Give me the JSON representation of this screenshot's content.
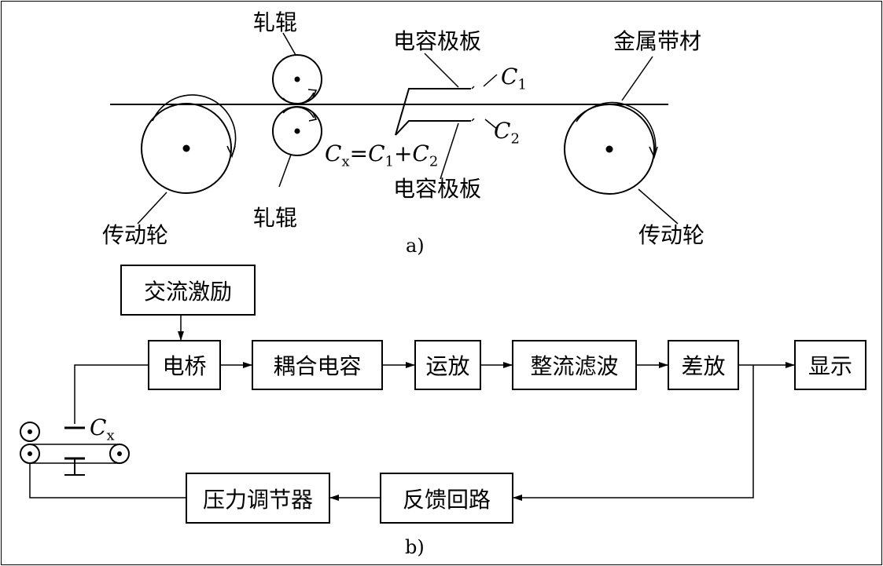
{
  "part_a": {
    "caption": "a)",
    "roller_top_label": "轧辊",
    "roller_bottom_label": "轧辊",
    "plate_top_label": "电容极板",
    "plate_bottom_label": "电容极板",
    "strip_label": "金属带材",
    "wheel_left_label": "传动轮",
    "wheel_right_label": "传动轮",
    "c1_label": "C",
    "c1_sub": "1",
    "c2_label": "C",
    "c2_sub": "2",
    "formula": {
      "cx": "C",
      "cx_sub": "x",
      "eq": "=",
      "c1": "C",
      "c1_sub": "1",
      "plus": "+",
      "c2": "C",
      "c2_sub": "2"
    }
  },
  "part_b": {
    "caption": "b)",
    "blocks": {
      "excitation": "交流激励",
      "bridge": "电桥",
      "coupling": "耦合电容",
      "opamp": "运放",
      "rectifier": "整流滤波",
      "diffamp": "差放",
      "display": "显示",
      "feedback": "反馈回路",
      "pressure": "压力调节器"
    },
    "cx_label": "C",
    "cx_sub": "x"
  }
}
